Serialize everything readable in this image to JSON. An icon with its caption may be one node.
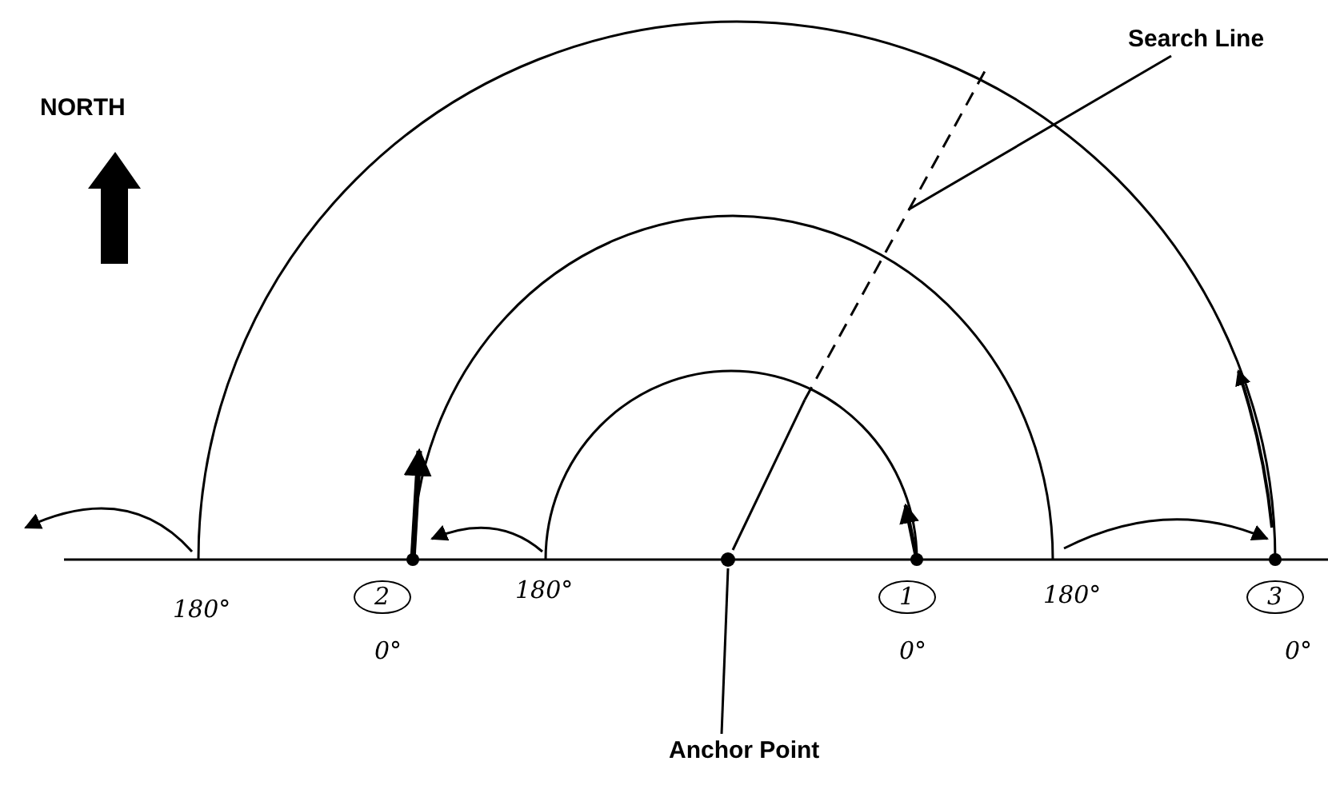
{
  "diagram": {
    "nodes": [
      {
        "text": [
          "2"
        ]
      },
      {
        "text": [
          "1"
        ]
      },
      {
        "text": [
          "3"
        ]
      },
      {
        "text": [
          "Search Line"
        ]
      },
      {
        "text": [],
        "shape": "line"
      },
      {
        "text": [
          "Anchor Point"
        ]
      },
      {
        "text": [],
        "shape": "circle"
      }
    ],
    "edges": [
      {
        "from": 3,
        "to": 4,
        "arrow": "none"
      },
      {
        "from": 5,
        "to": 6,
        "arrow": "none"
      }
    ],
    "labels": [
      "NORTH",
      "180°",
      "180°",
      "180°",
      "0°",
      "0°",
      "0°"
    ]
  }
}
